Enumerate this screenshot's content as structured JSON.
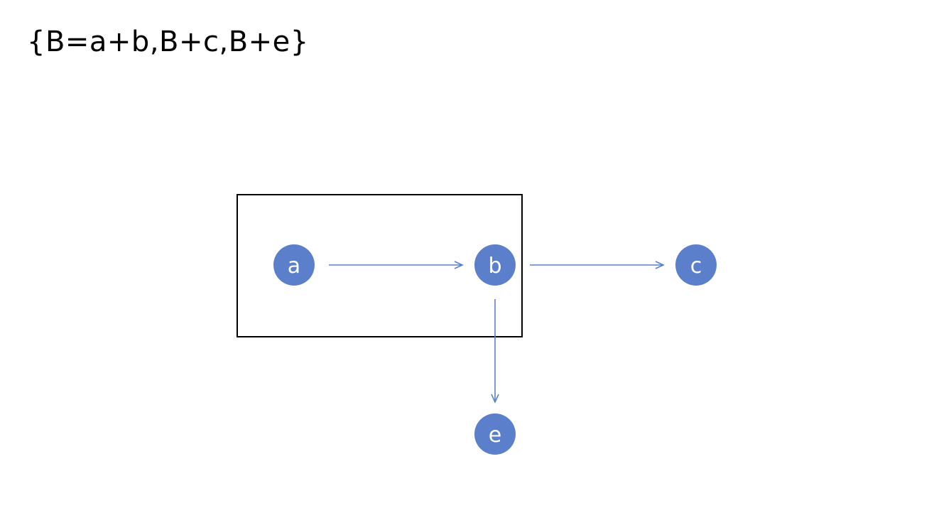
{
  "formula": "{B=a+b,B+c,B+e}",
  "colors": {
    "node_fill": "#5b7fcb",
    "edge": "#5b7fcb",
    "group_border": "#000000",
    "node_text": "#ffffff"
  },
  "nodes": [
    {
      "id": "a",
      "label": "a"
    },
    {
      "id": "b",
      "label": "b"
    },
    {
      "id": "c",
      "label": "c"
    },
    {
      "id": "e",
      "label": "e"
    }
  ],
  "edges": [
    {
      "from": "a",
      "to": "b"
    },
    {
      "from": "b",
      "to": "c"
    },
    {
      "from": "b",
      "to": "e"
    }
  ],
  "group": {
    "members": [
      "a",
      "b"
    ]
  }
}
